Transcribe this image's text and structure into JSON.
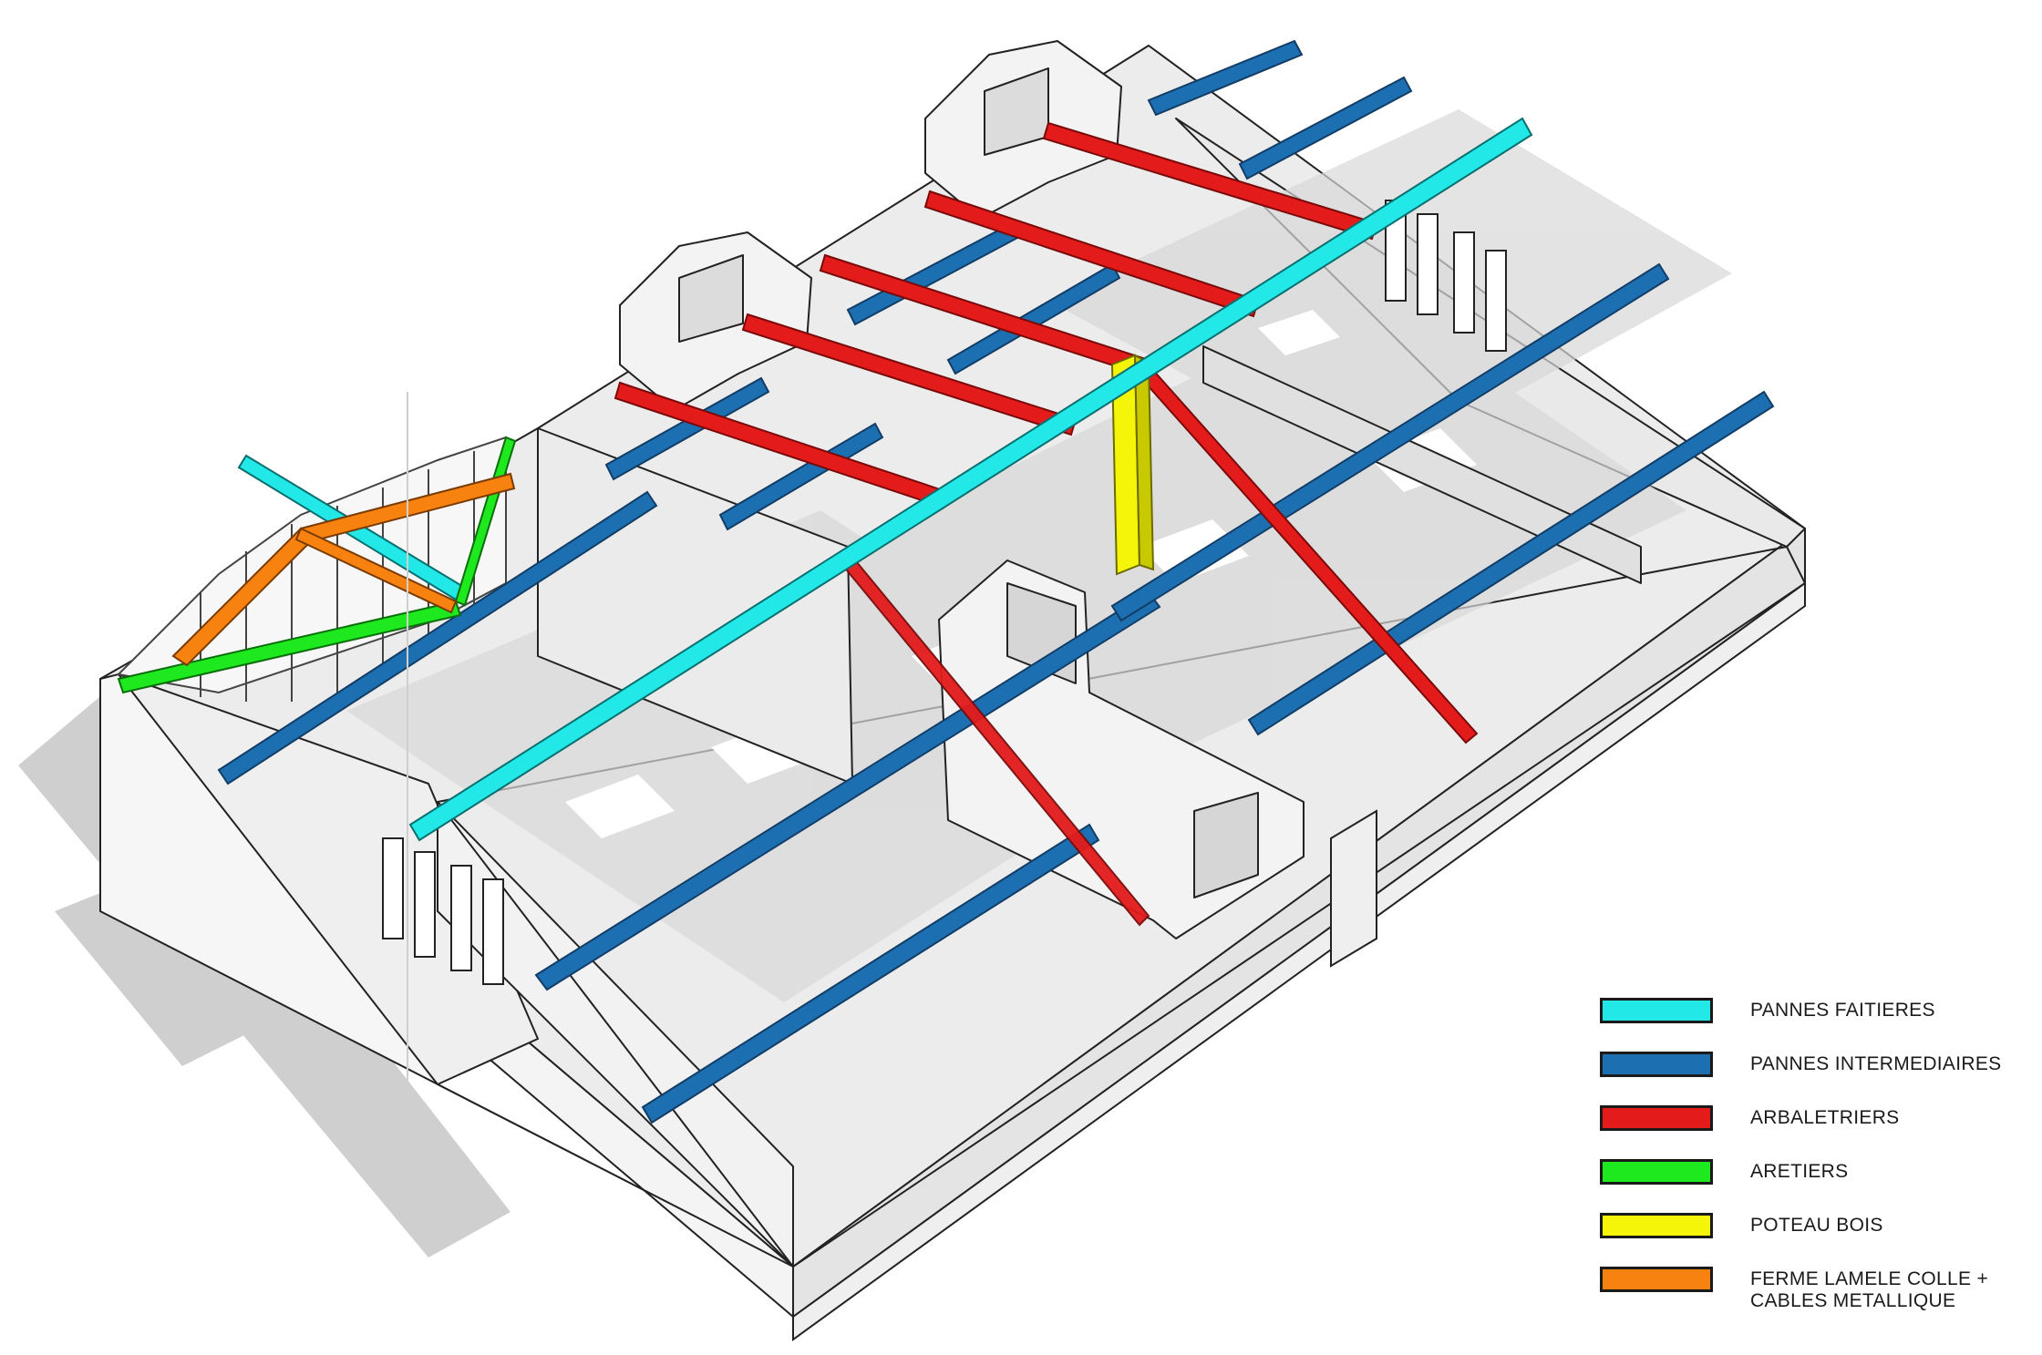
{
  "legend": {
    "items": [
      {
        "key": "pannes_faitieres",
        "label": "PANNES FAITIERES",
        "color": "#22e8e8"
      },
      {
        "key": "pannes_intermediaires",
        "label": "PANNES INTERMEDIAIRES",
        "color": "#1c6fb0"
      },
      {
        "key": "arbaletriers",
        "label": "ARBALETRIERS",
        "color": "#e41b1b"
      },
      {
        "key": "aretiers",
        "label": "ARETIERS",
        "color": "#1ee81e"
      },
      {
        "key": "poteau_bois",
        "label": "POTEAU BOIS",
        "color": "#f5f50a"
      },
      {
        "key": "ferme_lamele_colle",
        "label": "FERME LAMELE COLLE +\nCABLES METALLIQUE",
        "color": "#f7820f"
      }
    ]
  },
  "colors": {
    "wall": "#f2f2f2",
    "wall_dark": "#cfcfcf",
    "floor": "#e6e6e6",
    "shadow": "#9a9a9a",
    "outline": "#222222"
  }
}
